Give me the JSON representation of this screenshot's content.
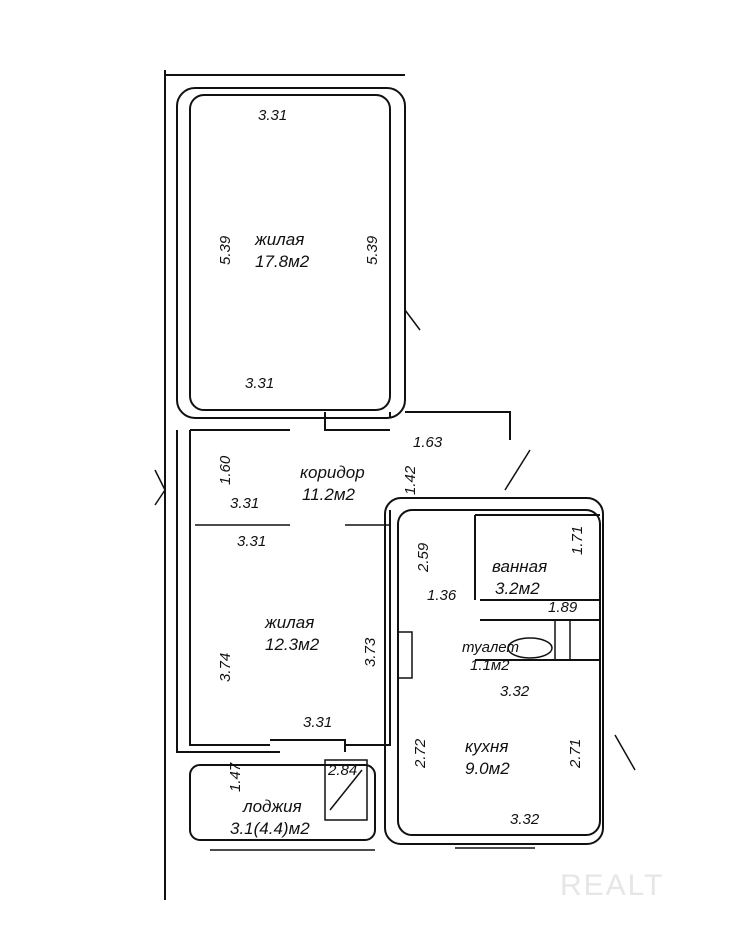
{
  "rooms": {
    "living1": {
      "name": "жилая",
      "area": "17.8м2"
    },
    "corridor": {
      "name": "коридор",
      "area": "11.2м2"
    },
    "living2": {
      "name": "жилая",
      "area": "12.3м2"
    },
    "bath": {
      "name": "ванная",
      "area": "3.2м2"
    },
    "toilet": {
      "name": "туалет",
      "area": "1.1м2"
    },
    "kitchen": {
      "name": "кухня",
      "area": "9.0м2"
    },
    "loggia": {
      "name": "лоджия",
      "area": "3.1(4.4)м2"
    }
  },
  "dims": {
    "l1_top": "3.31",
    "l1_left": "5.39",
    "l1_right": "5.39",
    "l1_bottom": "3.31",
    "c_top": "1.63",
    "c_left": "1.60",
    "c_mid": "3.31",
    "c_right": "1.42",
    "c_bottom": "3.31",
    "l2_left": "3.74",
    "l2_right": "3.73",
    "l2_bottom": "3.31",
    "hall_h": "2.59",
    "hall_w": "1.36",
    "bath_h": "1.71",
    "bath_w": "1.89",
    "k_top": "3.32",
    "k_left": "2.72",
    "k_right": "2.71",
    "k_bottom": "3.32",
    "lg_h": "1.47",
    "lg_w": "2.84"
  },
  "watermark": "REALT"
}
